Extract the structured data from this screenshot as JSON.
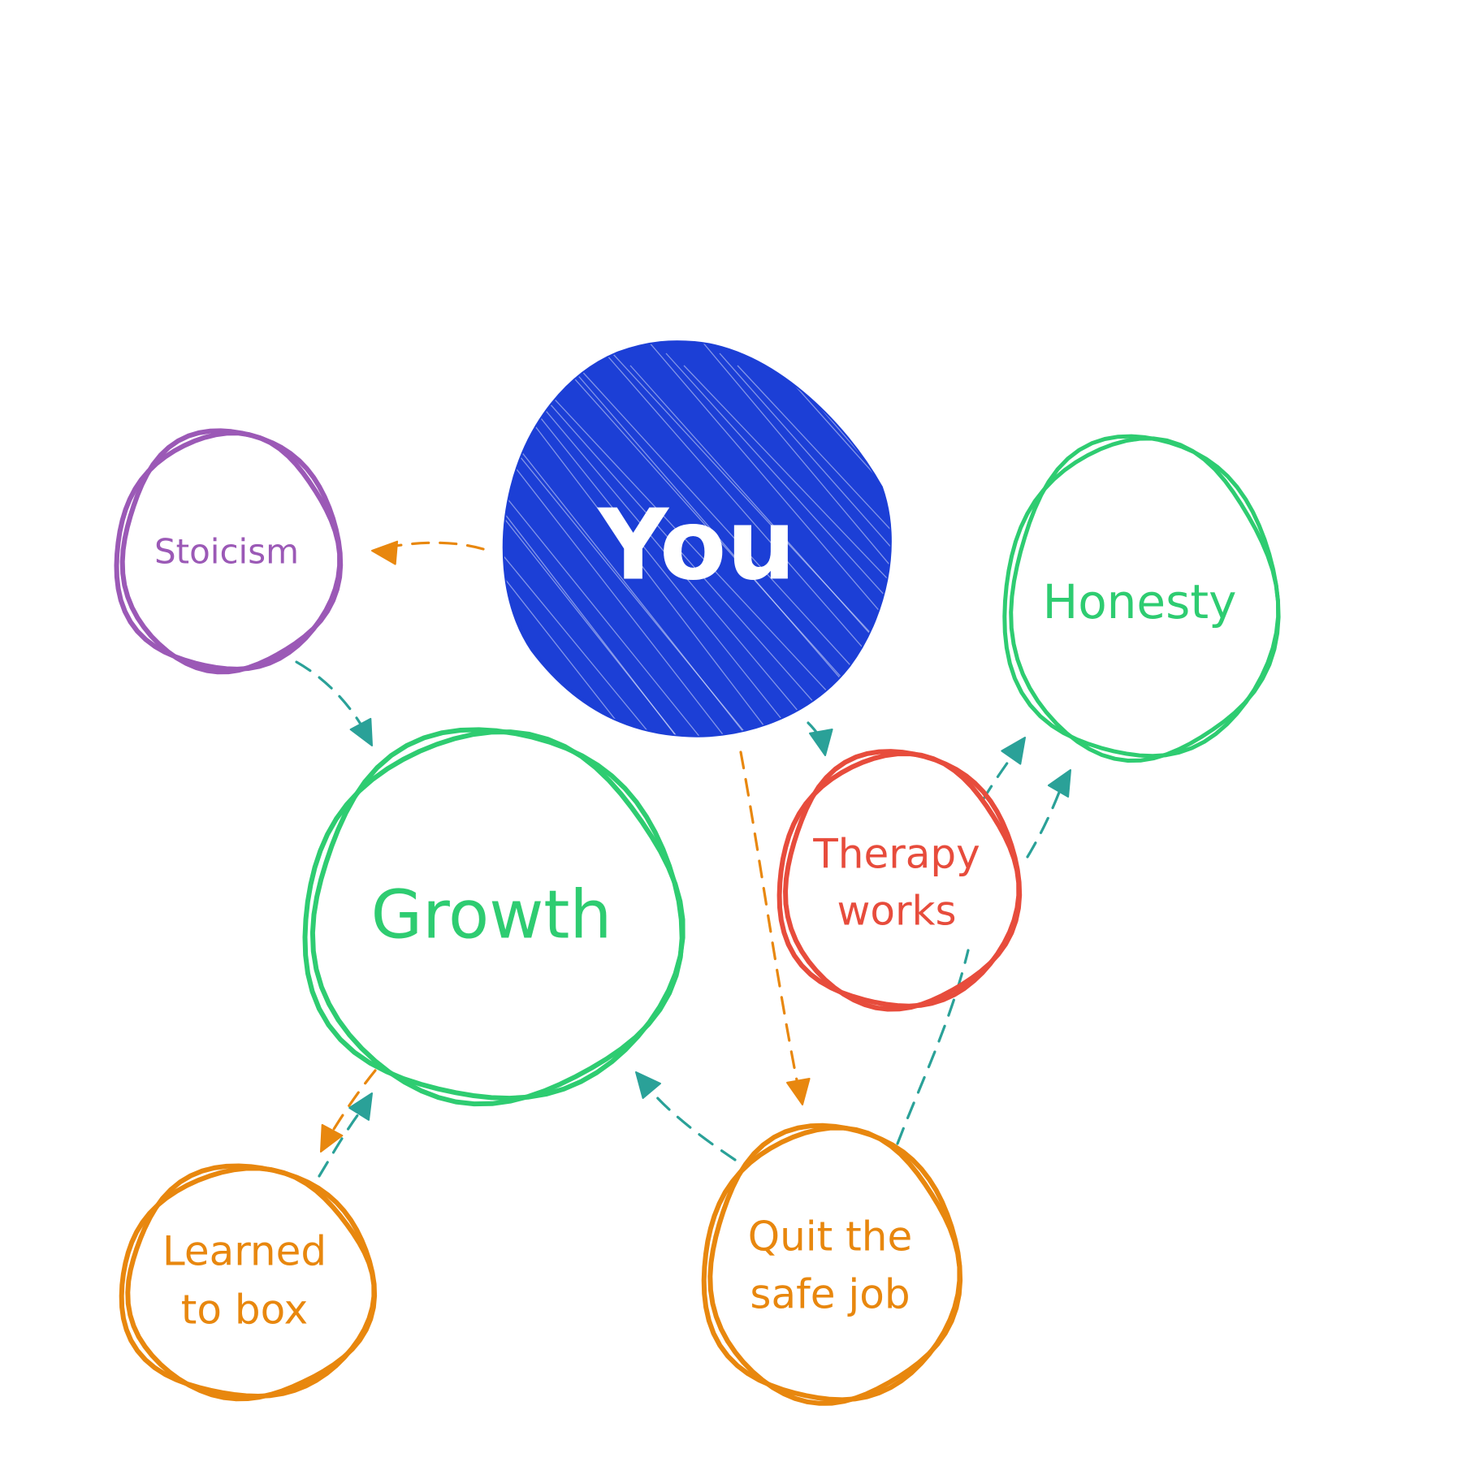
{
  "nodes": {
    "you": {
      "label": "You",
      "color": "#1c3fd6",
      "text_color": "#ffffff",
      "filled": true
    },
    "stoicism": {
      "label": "Stoicism",
      "color": "#9b59b6"
    },
    "growth": {
      "label": "Growth",
      "color": "#2ecc71"
    },
    "therapy": {
      "label_line1": "Therapy",
      "label_line2": "works",
      "color": "#e74c3c"
    },
    "honesty": {
      "label": "Honesty",
      "color": "#2ecc71"
    },
    "boxing": {
      "label_line1": "Learned",
      "label_line2": "to box",
      "color": "#e8870e"
    },
    "quit": {
      "label_line1": "Quit the",
      "label_line2": "safe job",
      "color": "#e8870e"
    }
  },
  "edge_colors": {
    "orange": "#e8870e",
    "teal": "#2aa198"
  },
  "edges": [
    {
      "from": "you",
      "to": "stoicism",
      "color": "orange"
    },
    {
      "from": "stoicism",
      "to": "growth",
      "color": "teal"
    },
    {
      "from": "you",
      "to": "therapy",
      "color": "teal"
    },
    {
      "from": "you",
      "to": "quit",
      "color": "orange"
    },
    {
      "from": "growth",
      "to": "boxing",
      "color": "orange"
    },
    {
      "from": "boxing",
      "to": "growth",
      "color": "teal"
    },
    {
      "from": "quit",
      "to": "growth",
      "color": "teal"
    },
    {
      "from": "quit",
      "to": "honesty",
      "color": "teal"
    },
    {
      "from": "therapy",
      "to": "honesty",
      "color": "teal"
    }
  ]
}
